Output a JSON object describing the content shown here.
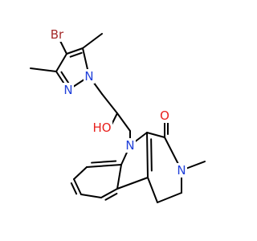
{
  "molecule": {
    "colors": {
      "bond": "#000000",
      "carbon_text": "#000000",
      "nitrogen": "#1f3fd9",
      "oxygen": "#e8211e",
      "bromine": "#a52a2a"
    },
    "labels": {
      "bromine": "Br",
      "pyrazole_n1": "N",
      "pyrazole_n2": "N",
      "hydroxyl": "HO",
      "indole_n": "N",
      "carbonyl_o": "O",
      "lactam_n": "N"
    }
  }
}
